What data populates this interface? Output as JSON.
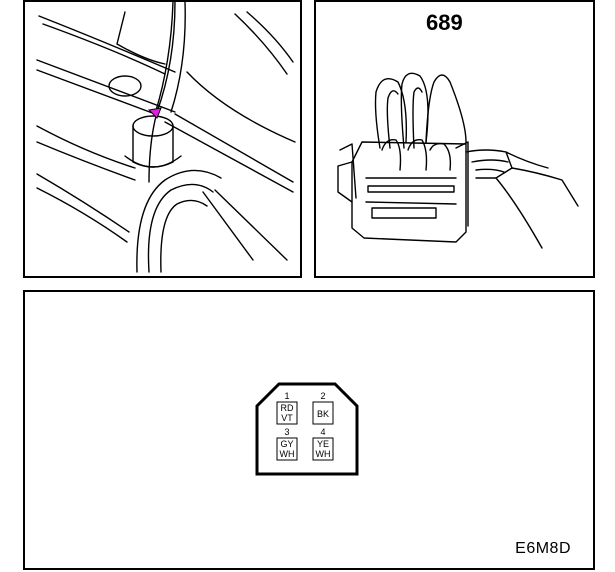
{
  "connector": {
    "id": "689",
    "pins": [
      {
        "number": "1",
        "line1": "RD",
        "line2": "VT"
      },
      {
        "number": "2",
        "line1": "BK",
        "line2": ""
      },
      {
        "number": "3",
        "line1": "GY",
        "line2": "WH"
      },
      {
        "number": "4",
        "line1": "YE",
        "line2": "WH"
      }
    ]
  },
  "figure_code": "E6M8D",
  "colors": {
    "location_marker": "#e020e0",
    "line": "#000000"
  },
  "icons": [
    "vehicle-location-drawing",
    "connector-hand-drawing",
    "connector-face-icon"
  ]
}
